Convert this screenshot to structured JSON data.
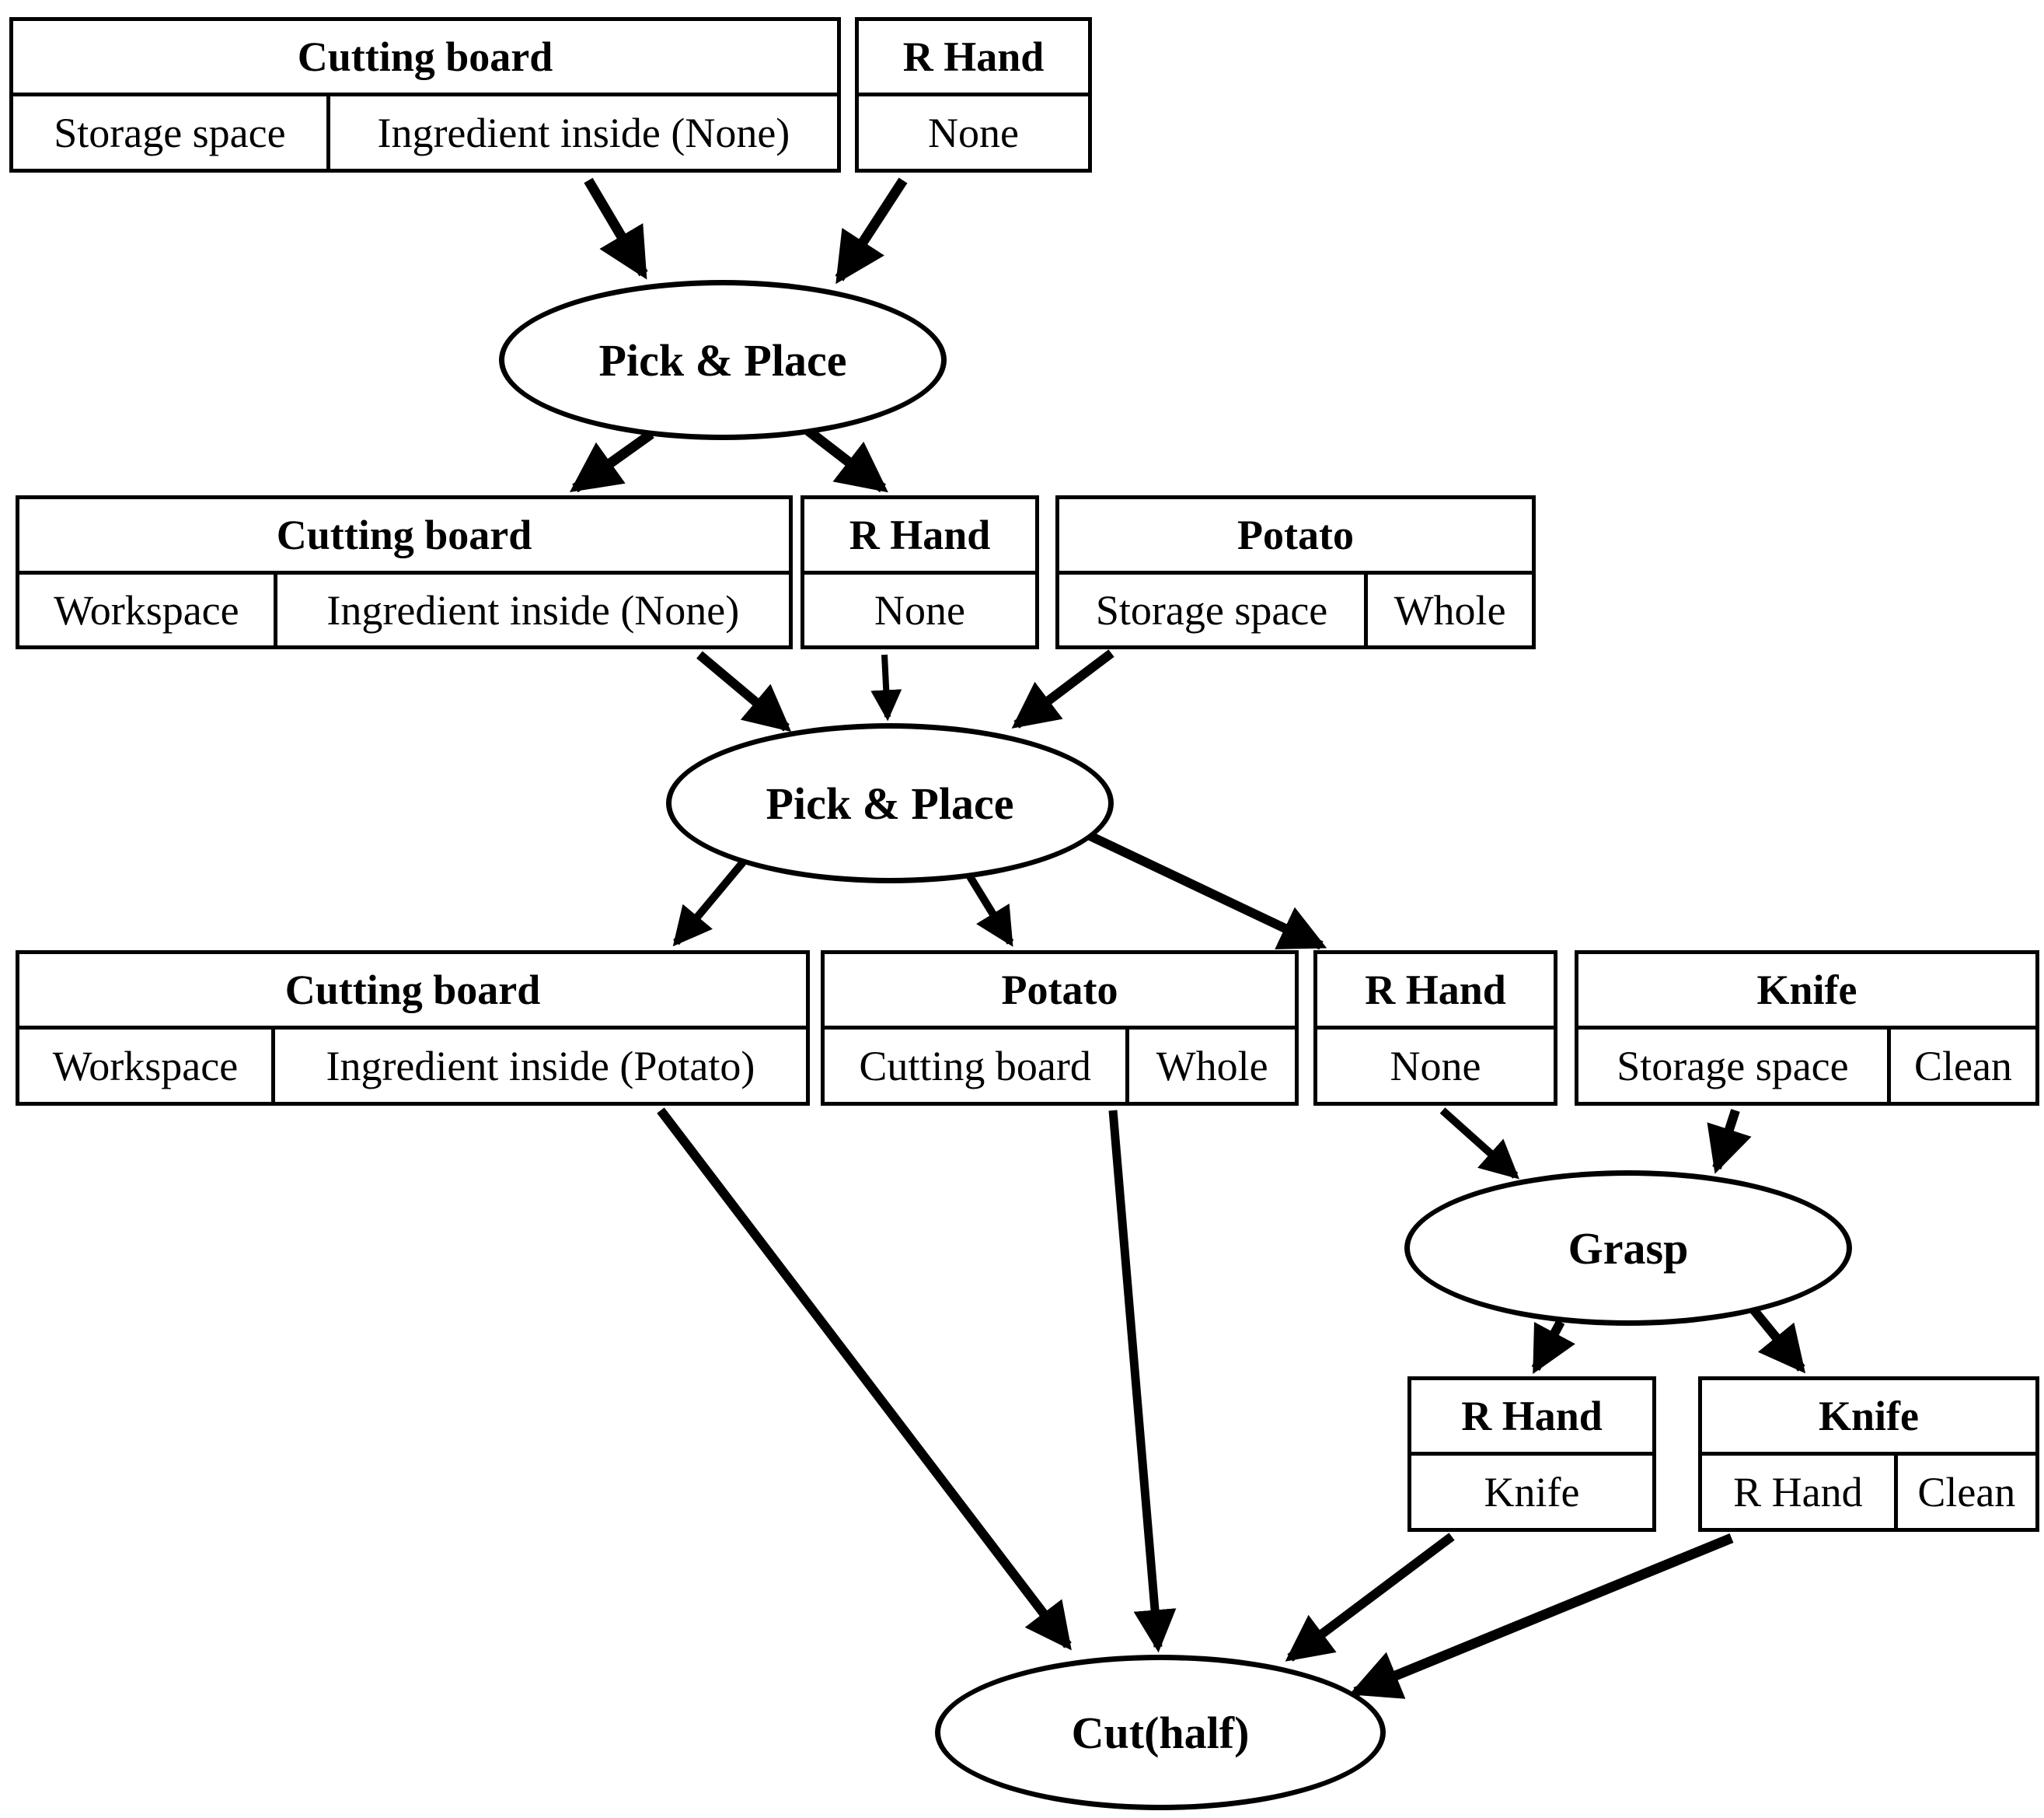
{
  "diagram": {
    "background_color": "#ffffff",
    "line_color": "#000000",
    "nodes": {
      "cb1": {
        "type": "state",
        "title": "Cutting board",
        "cells": [
          "Storage space",
          "Ingredient inside (None)"
        ]
      },
      "rh1": {
        "type": "state",
        "title": "R Hand",
        "cells": [
          "None"
        ]
      },
      "pp1": {
        "type": "action",
        "label": "Pick & Place"
      },
      "cb2": {
        "type": "state",
        "title": "Cutting board",
        "cells": [
          "Workspace",
          "Ingredient inside (None)"
        ]
      },
      "rh2": {
        "type": "state",
        "title": "R Hand",
        "cells": [
          "None"
        ]
      },
      "pt2": {
        "type": "state",
        "title": "Potato",
        "cells": [
          "Storage space",
          "Whole"
        ]
      },
      "pp2": {
        "type": "action",
        "label": "Pick & Place"
      },
      "cb3": {
        "type": "state",
        "title": "Cutting board",
        "cells": [
          "Workspace",
          "Ingredient inside (Potato)"
        ]
      },
      "pt3": {
        "type": "state",
        "title": "Potato",
        "cells": [
          "Cutting board",
          "Whole"
        ]
      },
      "rh3": {
        "type": "state",
        "title": "R Hand",
        "cells": [
          "None"
        ]
      },
      "kn3": {
        "type": "state",
        "title": "Knife",
        "cells": [
          "Storage space",
          "Clean"
        ]
      },
      "grasp": {
        "type": "action",
        "label": "Grasp"
      },
      "rh4": {
        "type": "state",
        "title": "R Hand",
        "cells": [
          "Knife"
        ]
      },
      "kn4": {
        "type": "state",
        "title": "Knife",
        "cells": [
          "R Hand",
          "Clean"
        ]
      },
      "cut": {
        "type": "action",
        "label": "Cut(half)"
      }
    },
    "edges": [
      {
        "from": "cb1",
        "to": "pp1"
      },
      {
        "from": "rh1",
        "to": "pp1"
      },
      {
        "from": "pp1",
        "to": "cb2"
      },
      {
        "from": "pp1",
        "to": "rh2"
      },
      {
        "from": "cb2",
        "to": "pp2"
      },
      {
        "from": "rh2",
        "to": "pp2"
      },
      {
        "from": "pt2",
        "to": "pp2"
      },
      {
        "from": "pp2",
        "to": "cb3"
      },
      {
        "from": "pp2",
        "to": "pt3"
      },
      {
        "from": "pp2",
        "to": "rh3"
      },
      {
        "from": "rh3",
        "to": "grasp"
      },
      {
        "from": "kn3",
        "to": "grasp"
      },
      {
        "from": "grasp",
        "to": "rh4"
      },
      {
        "from": "grasp",
        "to": "kn4"
      },
      {
        "from": "cb3",
        "to": "cut"
      },
      {
        "from": "pt3",
        "to": "cut"
      },
      {
        "from": "rh4",
        "to": "cut"
      },
      {
        "from": "kn4",
        "to": "cut"
      }
    ]
  }
}
